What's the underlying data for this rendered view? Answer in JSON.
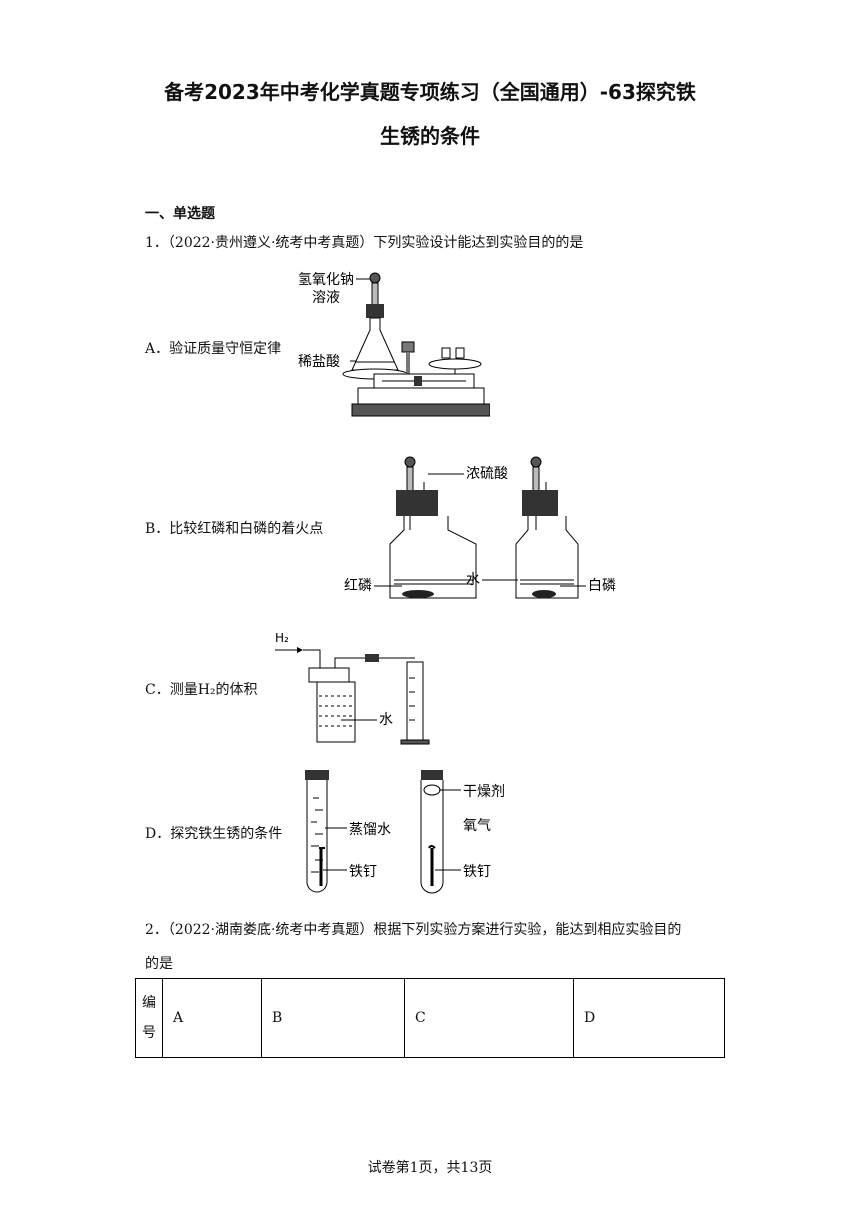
{
  "doc": {
    "title_line1": "备考2023年中考化学真题专项练习（全国通用）-63探究铁",
    "title_line2": "生锈的条件",
    "section": "一、单选题",
    "footer": "试卷第1页，共13页"
  },
  "q1": {
    "stem": "1．（2022·贵州遵义·统考中考真题）下列实验设计能达到实验目的的是",
    "options": [
      {
        "label": "A．验证质量守恒定律",
        "fig": {
          "l1": "氢氧化钠",
          "l2": "溶液",
          "l3": "稀盐酸"
        }
      },
      {
        "label": "B．比较红磷和白磷的着火点",
        "fig": {
          "l1": "浓硫酸",
          "l2": "红磷",
          "l3": "水",
          "l4": "白磷"
        }
      },
      {
        "label": "C．测量H₂的体积",
        "fig": {
          "gas": "H₂",
          "water": "水"
        }
      },
      {
        "label": "D．探究铁生锈的条件",
        "fig": {
          "l1": "蒸馏水",
          "l2": "铁钉",
          "l3": "干燥剂",
          "l4": "氧气",
          "l5": "铁钉"
        }
      }
    ]
  },
  "q2": {
    "stem_line1": "2．（2022·湖南娄底·统考中考真题）根据下列实验方案进行实验，能达到相应实验目的",
    "stem_line2": "的是",
    "table": {
      "header": "编号",
      "cols": [
        "A",
        "B",
        "C",
        "D"
      ]
    }
  }
}
